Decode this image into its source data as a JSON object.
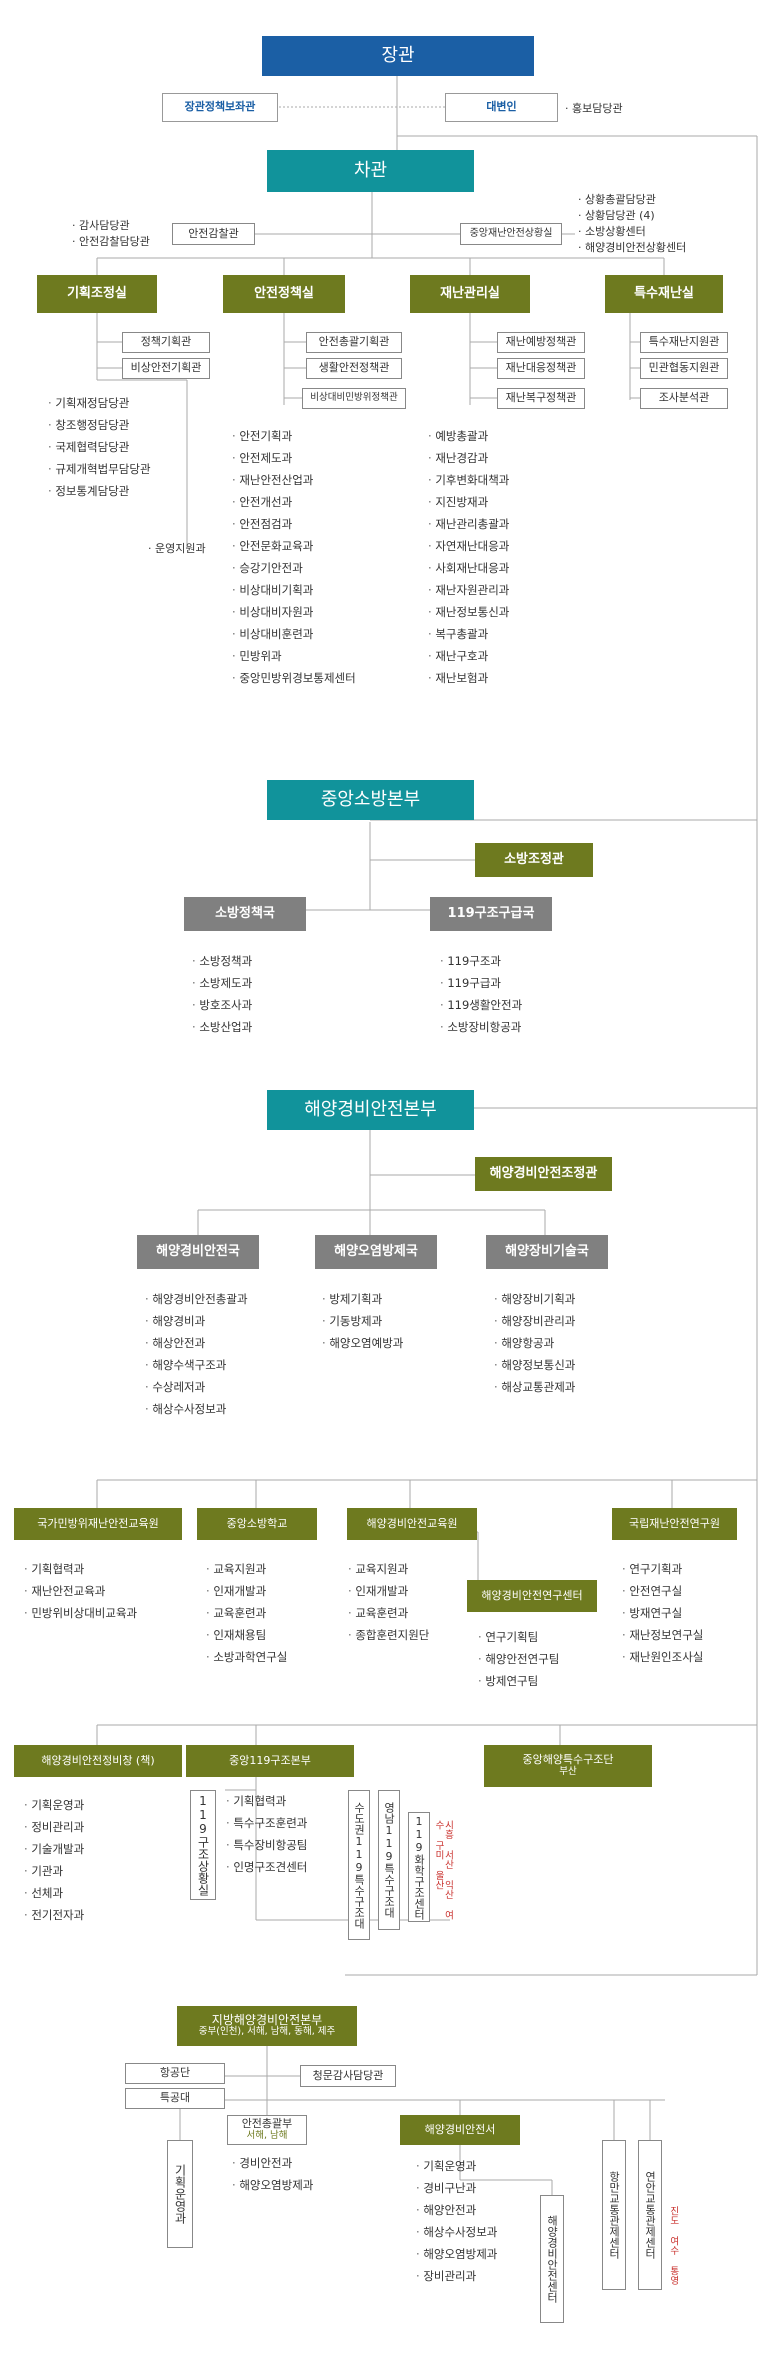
{
  "top": {
    "minister": "장관",
    "policy_aide": "장관정책보좌관",
    "spokesperson": "대변인",
    "pr_officer": "홍보담당관",
    "vice": "차관"
  },
  "vice_staff": {
    "left_items": [
      "감사담당관",
      "안전감찰담당관"
    ],
    "inspector": "안전감찰관",
    "center": "중앙재난안전상황실",
    "right_items": [
      "상황총괄담당관",
      "상황담당관 (4)",
      "소방상황센터",
      "해양경비안전상황센터"
    ]
  },
  "offices": {
    "plan": {
      "name": "기획조정실",
      "subs": [
        "정책기획관",
        "비상안전기획관"
      ],
      "items": [
        "기획재정담당관",
        "창조행정담당관",
        "국제협력담당관",
        "규제개혁법무담당관",
        "정보통계담당관"
      ],
      "support": "운영지원과"
    },
    "safety": {
      "name": "안전정책실",
      "subs": [
        "안전총괄기획관",
        "생활안전정책관",
        "비상대비민방위정책관"
      ],
      "items": [
        "안전기획과",
        "안전제도과",
        "재난안전산업과",
        "안전개선과",
        "안전점검과",
        "안전문화교육과",
        "승강기안전과",
        "비상대비기획과",
        "비상대비자원과",
        "비상대비훈련과",
        "민방위과",
        "중앙민방위경보통제센터"
      ]
    },
    "disaster": {
      "name": "재난관리실",
      "subs": [
        "재난예방정책관",
        "재난대응정책관",
        "재난복구정책관"
      ],
      "items": [
        "예방총괄과",
        "재난경감과",
        "기후변화대책과",
        "지진방재과",
        "재난관리총괄과",
        "자연재난대응과",
        "사회재난대응과",
        "재난자원관리과",
        "재난정보통신과",
        "복구총괄과",
        "재난구호과",
        "재난보험과"
      ]
    },
    "special": {
      "name": "특수재난실",
      "subs": [
        "특수재난지원관",
        "민관협동지원관",
        "조사분석관"
      ]
    }
  },
  "fire": {
    "hq": "중앙소방본부",
    "coord": "소방조정관",
    "policy": {
      "name": "소방정책국",
      "items": [
        "소방정책과",
        "소방제도과",
        "방호조사과",
        "소방산업과"
      ]
    },
    "rescue": {
      "name": "119구조구급국",
      "items": [
        "119구조과",
        "119구급과",
        "119생활안전과",
        "소방장비항공과"
      ]
    }
  },
  "coast": {
    "hq": "해양경비안전본부",
    "coord": "해양경비안전조정관",
    "guard": {
      "name": "해양경비안전국",
      "items": [
        "해양경비안전총괄과",
        "해양경비과",
        "해상안전과",
        "해양수색구조과",
        "수상레저과",
        "해상수사정보과"
      ]
    },
    "pollution": {
      "name": "해양오염방제국",
      "items": [
        "방제기획과",
        "기동방제과",
        "해양오염예방과"
      ]
    },
    "equipment": {
      "name": "해양장비기술국",
      "items": [
        "해양장비기획과",
        "해양장비관리과",
        "해양항공과",
        "해양정보통신과",
        "해상교통관제과"
      ]
    }
  },
  "agencies": [
    {
      "name": "국가민방위재난안전교육원",
      "items": [
        "기획협력과",
        "재난안전교육과",
        "민방위비상대비교육과"
      ]
    },
    {
      "name": "중앙소방학교",
      "items": [
        "교육지원과",
        "인재개발과",
        "교육훈련과",
        "인재채용팀",
        "소방과학연구실"
      ]
    },
    {
      "name": "해양경비안전교육원",
      "items": [
        "교육지원과",
        "인재개발과",
        "교육훈련과",
        "종합훈련지원단"
      ]
    },
    {
      "name": "해양경비안전연구센터",
      "items": [
        "연구기획팀",
        "해양안전연구팀",
        "방제연구팀"
      ]
    },
    {
      "name": "국립재난안전연구원",
      "items": [
        "연구기획과",
        "안전연구실",
        "방재연구실",
        "재난정보연구실",
        "재난원인조사실"
      ]
    }
  ],
  "row4": {
    "maint": {
      "name": "해양경비안전정비창 (책)",
      "items": [
        "기획운영과",
        "정비관리과",
        "기술개발과",
        "기관과",
        "선체과",
        "전기전자과"
      ]
    },
    "c119": {
      "name": "중앙119구조본부",
      "left_vert": "119구조상황실",
      "items": [
        "기획협력과",
        "특수구조훈련과",
        "특수장비항공팀",
        "인명구조견센터"
      ],
      "v1": "수도권119특수구조대",
      "v2": "영남119특수구조대",
      "v3": "119화학구조센터",
      "note": "시흥 서산 익산 여수 구미 울산"
    },
    "sea_rescue": {
      "name": "중앙해양특수구조단",
      "sub": "부산"
    }
  },
  "regional": {
    "name": "지방해양경비안전본부",
    "sub": "중부(인천), 서해, 남해, 동해, 제주",
    "aviation": "항공단",
    "special_ship": "특공대",
    "audit": "청문감사담당관",
    "safety_div": "안전총괄부",
    "safety_div_sub": "서해, 남해",
    "safety_items": [
      "경비안전과",
      "해양오염방제과"
    ],
    "left_vert": "기획운영과",
    "station": "해양경비안전서",
    "station_items": [
      "기획운영과",
      "경비구난과",
      "해양안전과",
      "해상수사정보과",
      "해양오염방제과",
      "장비관리과"
    ],
    "station_vert": "해양경비안전센터",
    "port_vert": "항만교통관제센터",
    "coast_vert": "연안교통관제센터",
    "coast_note": "진도 여수 통영"
  }
}
